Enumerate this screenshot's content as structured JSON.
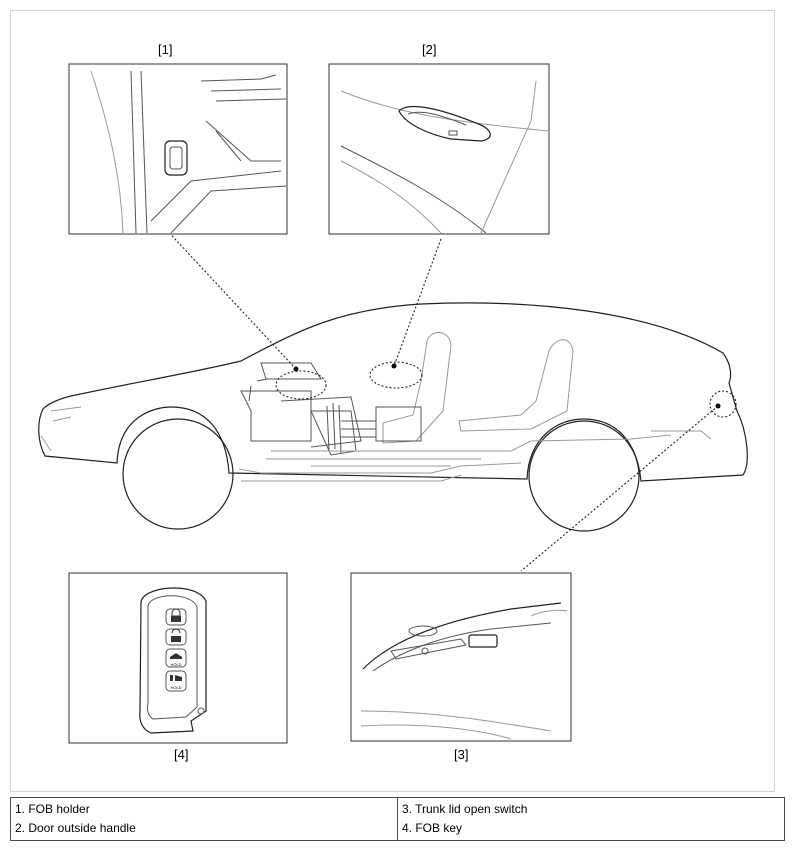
{
  "figure": {
    "callouts": {
      "c1": "[1]",
      "c2": "[2]",
      "c3": "[3]",
      "c4": "[4]"
    },
    "fob_buttons": [
      "HOLD",
      "HOLD"
    ]
  },
  "legend": {
    "left": [
      "1. FOB holder",
      "2. Door outside handle"
    ],
    "right": [
      "3. Trunk lid open switch",
      "4. FOB key"
    ]
  }
}
